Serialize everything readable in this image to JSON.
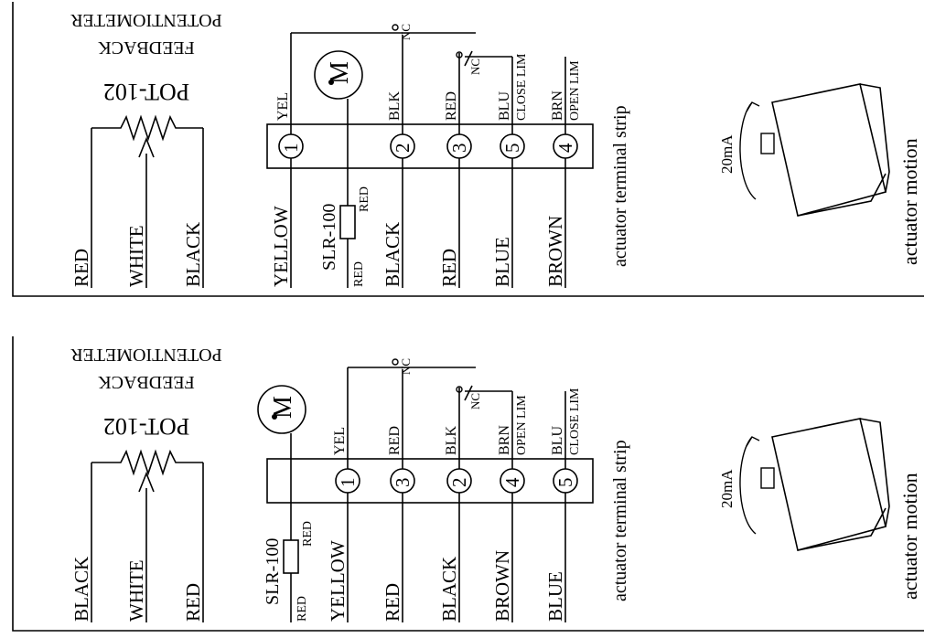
{
  "panels": [
    {
      "id": "top",
      "feedback_title": [
        "POTENTIOMETER",
        "FEEDBACK",
        "POT-102"
      ],
      "pot_wires": [
        "RED",
        "WHITE",
        "BLACK"
      ],
      "motor_label": "M",
      "resistor": {
        "name": "SLR-100",
        "lead_a": "RED",
        "lead_b": "RED"
      },
      "yellow_wire": {
        "name": "YELLOW",
        "abbr": "YEL",
        "terminal": "1"
      },
      "switch_label": "NC",
      "switch_wires": [
        {
          "name": "BLACK",
          "abbr": "BLK",
          "terminal": "2",
          "tag": ""
        },
        {
          "name": "RED",
          "abbr": "RED",
          "terminal": "3",
          "tag": ""
        },
        {
          "name": "BLUE",
          "abbr": "BLU",
          "terminal": "5",
          "tag": "CLOSE LIM"
        },
        {
          "name": "BROWN",
          "abbr": "BRN",
          "terminal": "4",
          "tag": "OPEN LIM"
        }
      ],
      "strip_label": "actuator terminal strip",
      "current_label": "20mA",
      "motion_label": "actuator motion"
    },
    {
      "id": "bottom",
      "feedback_title": [
        "POTENTIOMETER",
        "FEEDBACK",
        "POT-102"
      ],
      "pot_wires": [
        "BLACK",
        "WHITE",
        "RED"
      ],
      "motor_label": "M",
      "resistor": {
        "name": "SLR-100",
        "lead_a": "RED",
        "lead_b": "RED"
      },
      "yellow_wire": {
        "name": "YELLOW",
        "abbr": "YEL",
        "terminal": "1"
      },
      "switch_label": "NC",
      "switch_wires": [
        {
          "name": "RED",
          "abbr": "RED",
          "terminal": "3",
          "tag": ""
        },
        {
          "name": "BLACK",
          "abbr": "BLK",
          "terminal": "2",
          "tag": ""
        },
        {
          "name": "BROWN",
          "abbr": "BRN",
          "terminal": "4",
          "tag": "OPEN LIM"
        },
        {
          "name": "BLUE",
          "abbr": "BLU",
          "terminal": "5",
          "tag": "CLOSE LIM"
        }
      ],
      "strip_label": "actuator terminal strip",
      "current_label": "20mA",
      "motion_label": "actuator motion"
    }
  ]
}
